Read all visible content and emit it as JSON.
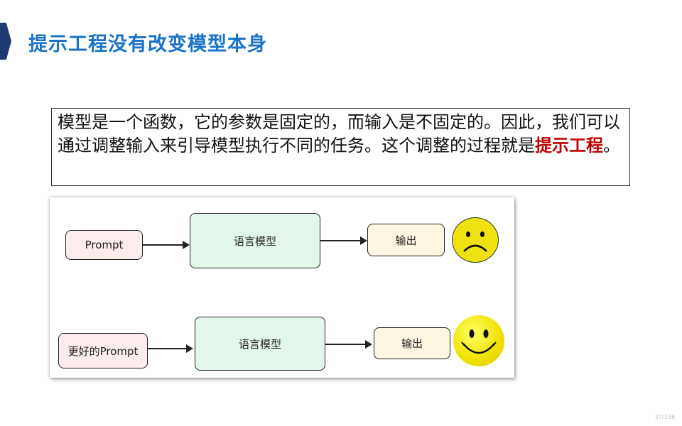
{
  "slide": {
    "title": "提示工程没有改变模型本身",
    "text_before": "模型是一个函数，它的参数是固定的，而输入是不固定的。因此，我们可以通过调整输入来引导模型执行不同的任务。这个调整的过程就是",
    "text_highlight": "提示工程",
    "text_after": "。",
    "page_number": "37/338"
  },
  "diagram": {
    "row1": {
      "input": "Prompt",
      "model": "语言模型",
      "output": "输出",
      "face": "sad-face-icon"
    },
    "row2": {
      "input": "更好的Prompt",
      "model": "语言模型",
      "output": "输出",
      "face": "happy-face-icon"
    }
  },
  "colors": {
    "title": "#1a73c8",
    "highlight": "#c00000",
    "prompt_fill": "#fcecec",
    "model_fill": "#e3f6ea",
    "output_fill": "#fdf6e2",
    "face_fill": "#f3e600"
  }
}
